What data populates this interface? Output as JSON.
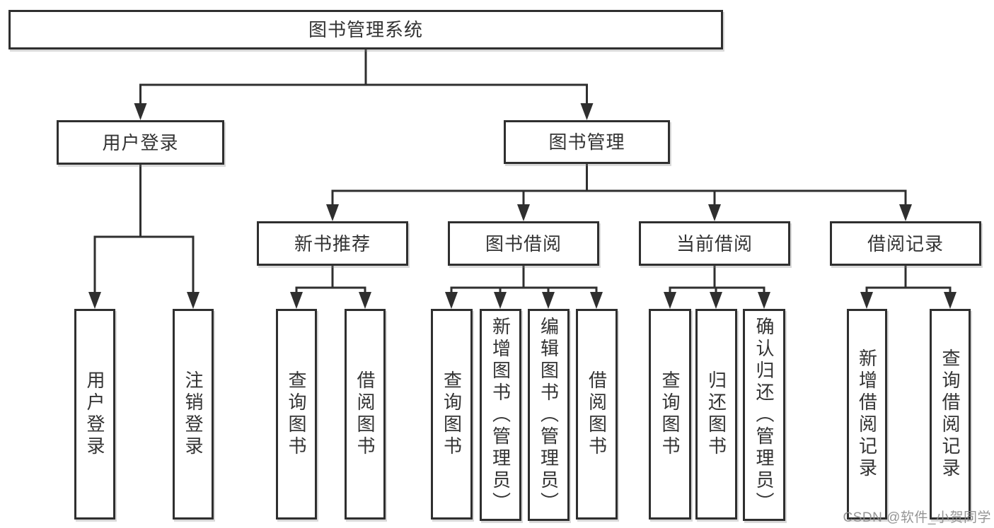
{
  "diagram": {
    "type": "hierarchy-tree",
    "tree": {
      "root": {
        "label": "图书管理系统",
        "children": [
          {
            "label": "用户登录",
            "children": [
              {
                "label": "用户登录"
              },
              {
                "label": "注销登录"
              }
            ]
          },
          {
            "label": "图书管理",
            "children": [
              {
                "label": "新书推荐",
                "children": [
                  {
                    "label": "查询图书"
                  },
                  {
                    "label": "借阅图书"
                  }
                ]
              },
              {
                "label": "图书借阅",
                "children": [
                  {
                    "label": "查询图书"
                  },
                  {
                    "label": "新增图书（管理员）"
                  },
                  {
                    "label": "编辑图书（管理员）"
                  },
                  {
                    "label": "借阅图书"
                  }
                ]
              },
              {
                "label": "当前借阅",
                "children": [
                  {
                    "label": "查询图书"
                  },
                  {
                    "label": "归还图书"
                  },
                  {
                    "label": "确认归还（管理员）"
                  }
                ]
              },
              {
                "label": "借阅记录",
                "children": [
                  {
                    "label": "新增借阅记录"
                  },
                  {
                    "label": "查询借阅记录"
                  }
                ]
              }
            ]
          }
        ]
      }
    },
    "colors": {
      "line": "#2f2f2f",
      "text": "#333333",
      "node_fill": "#ffffff",
      "background": "#ffffff"
    }
  },
  "watermark": {
    "text": "CSDN @软件_小贺同学",
    "color": "#8c8c8c"
  }
}
